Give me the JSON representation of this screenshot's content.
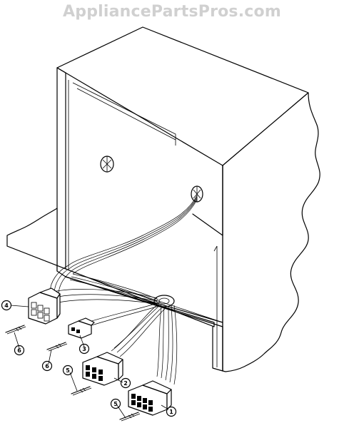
{
  "watermark": "AppliancePartsPros.com",
  "callouts": [
    {
      "id": "c1",
      "label": "1"
    },
    {
      "id": "c2",
      "label": "2"
    },
    {
      "id": "c3",
      "label": "3"
    },
    {
      "id": "c4",
      "label": "4"
    },
    {
      "id": "c5a",
      "label": "5"
    },
    {
      "id": "c5b",
      "label": "5"
    },
    {
      "id": "c6a",
      "label": "6"
    },
    {
      "id": "c6b",
      "label": "6"
    }
  ]
}
